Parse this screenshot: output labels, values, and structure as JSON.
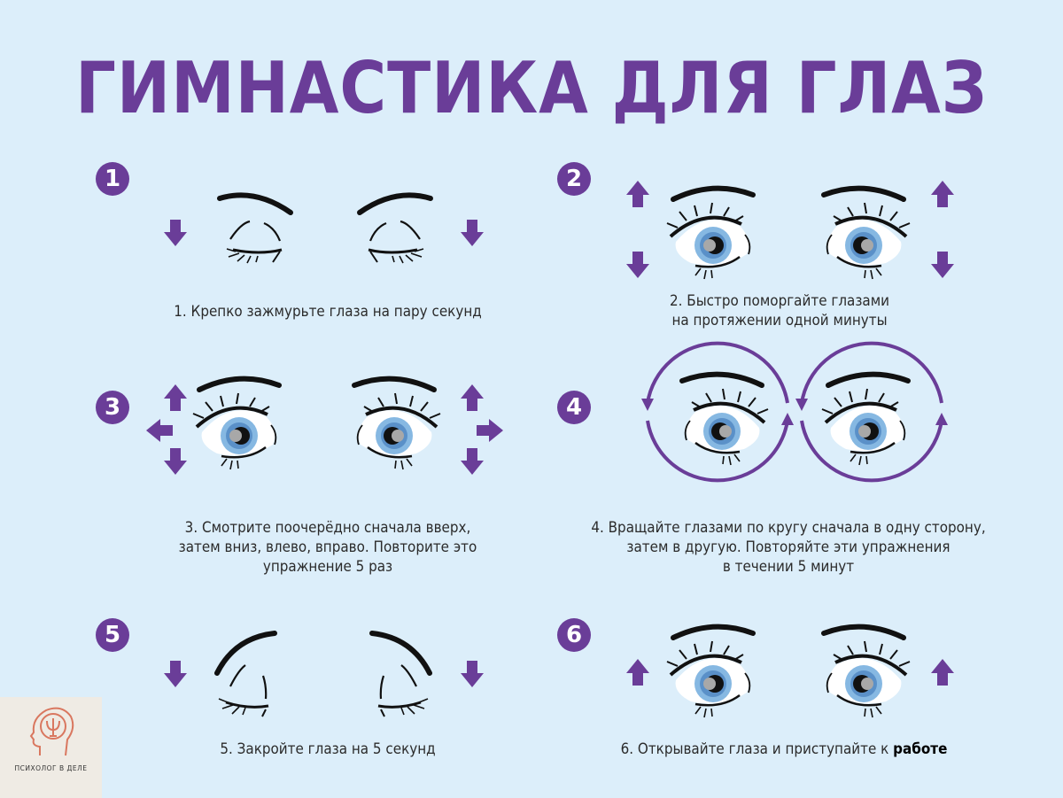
{
  "title": "ГИМНАСТИКА ДЛЯ ГЛАЗ",
  "colors": {
    "accent": "#6a3d98",
    "background": "#dceefa",
    "iris": "#7fb3e0",
    "logo": "#d9775f"
  },
  "exercises": [
    {
      "number": "1",
      "text": "1. Крепко зажмурьте глаза на пару секунд",
      "arrows": [
        "down",
        "down"
      ],
      "eyes": "closed"
    },
    {
      "number": "2",
      "lines": [
        "2. Быстро поморгайте глазами",
        "на протяжении одной минуты"
      ],
      "arrows": [
        "up-down",
        "up-down"
      ],
      "eyes": "open"
    },
    {
      "number": "3",
      "lines": [
        "3. Смотрите поочерёдно сначала вверх,",
        "затем вниз, влево, вправо. Повторите это",
        "упражнение 5 раз"
      ],
      "arrows": [
        "up-left-down",
        "up-right-down"
      ],
      "eyes": "open-looking-left"
    },
    {
      "number": "4",
      "lines": [
        "4. Вращайте глазами по кругу сначала в одну сторону,",
        "затем в другую. Повторяйте эти упражнения",
        "в течении 5 минут"
      ],
      "arrows": [
        "circle",
        "circle"
      ],
      "eyes": "open-looking-right"
    },
    {
      "number": "5",
      "text": "5. Закройте глаза на 5 секунд",
      "arrows": [
        "down",
        "down"
      ],
      "eyes": "closed-relaxed"
    },
    {
      "number": "6",
      "text_prefix": "6. Открывайте глаза и приступайте к ",
      "text_bold": "работе",
      "arrows": [
        "up",
        "up"
      ],
      "eyes": "open"
    }
  ],
  "logo": {
    "icon": "head-psi-icon",
    "text": "ПСИХОЛОГ В ДЕЛЕ"
  }
}
